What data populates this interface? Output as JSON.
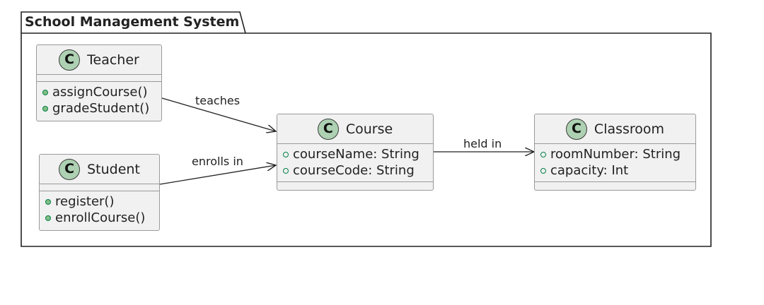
{
  "package": {
    "title": "School Management System"
  },
  "classes": {
    "teacher": {
      "icon_letter": "C",
      "name": "Teacher",
      "fields": [],
      "methods": [
        "assignCourse()",
        "gradeStudent()"
      ]
    },
    "student": {
      "icon_letter": "C",
      "name": "Student",
      "fields": [],
      "methods": [
        "register()",
        "enrollCourse()"
      ]
    },
    "course": {
      "icon_letter": "C",
      "name": "Course",
      "fields": [
        "courseName: String",
        "courseCode: String"
      ],
      "methods": []
    },
    "classroom": {
      "icon_letter": "C",
      "name": "Classroom",
      "fields": [
        "roomNumber: String",
        "capacity: Int"
      ],
      "methods": []
    }
  },
  "relations": {
    "teaches": "teaches",
    "enrolls_in": "enrolls in",
    "held_in": "held in"
  },
  "colors": {
    "class_fill": "#f1f1f1",
    "class_border": "#9a9a9a",
    "icon_fill": "#add1b2",
    "method_dot": "#84be84",
    "visibility_stroke": "#038048",
    "frame_stroke": "#222222"
  },
  "icons": {
    "class_icon": "class-c-icon",
    "public_method": "public-method-icon",
    "public_field": "public-field-icon"
  }
}
